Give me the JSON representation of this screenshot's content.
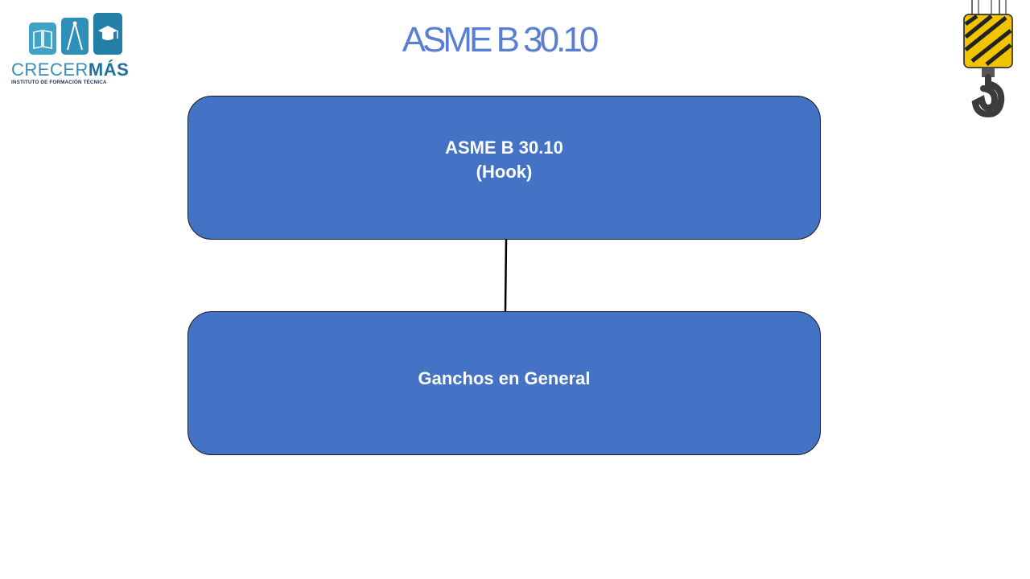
{
  "slide": {
    "title": "ASME B 30.10"
  },
  "logo": {
    "name_regular": "CRECER",
    "name_bold": "MÁS",
    "subtitle": "INSTITUTO DE FORMACIÓN TÉCNICA"
  },
  "diagram": {
    "nodes": [
      {
        "line1": "ASME B 30.10",
        "line2": "(Hook)"
      },
      {
        "line1": "Ganchos en General"
      }
    ],
    "colors": {
      "box_fill": "#4472c4",
      "box_text": "#ffffff",
      "title": "#5b7fd0"
    }
  },
  "icons": {
    "logo_tiles": [
      "book-icon",
      "compass-icon",
      "graduation-cap-icon"
    ],
    "decoration": "crane-hook-icon"
  }
}
